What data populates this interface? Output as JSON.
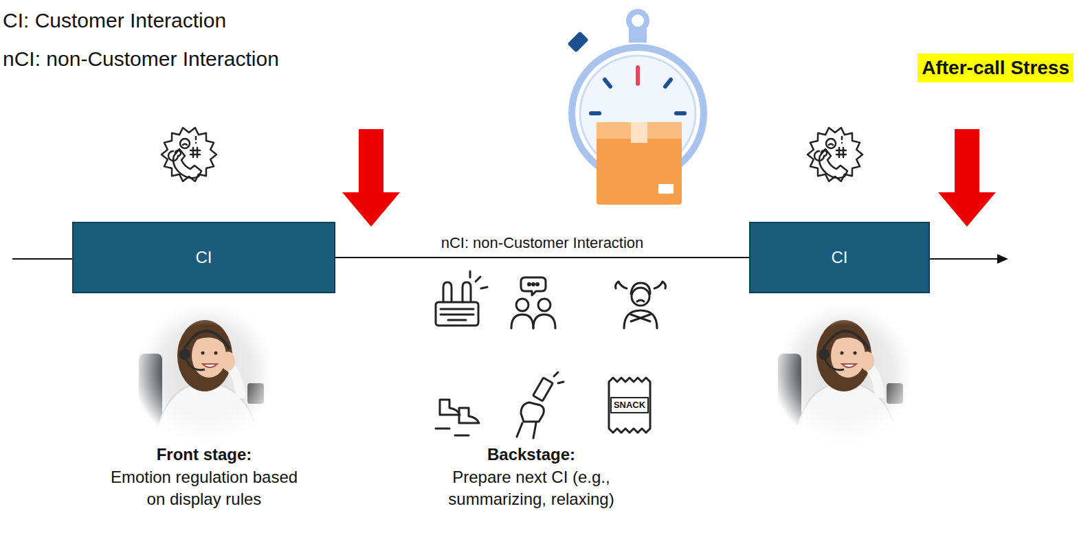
{
  "diagram": {
    "nodes": [
      {
        "text": [
          "CI"
        ]
      },
      {
        "text": [
          "CI"
        ]
      }
    ],
    "edges": [
      {
        "from": 0,
        "to": 1,
        "arrow": "none",
        "label": "nCI: non-Customer Interaction"
      }
    ],
    "labels": [
      "CI: Customer Interaction",
      "nCI: non-Customer Interaction",
      "After-call Stress",
      "SNACK",
      "Front stage:",
      "Emotion regulation based on display rules",
      "Backstage:",
      "Prepare next CI (e.g., summarizing, relaxing)"
    ]
  }
}
